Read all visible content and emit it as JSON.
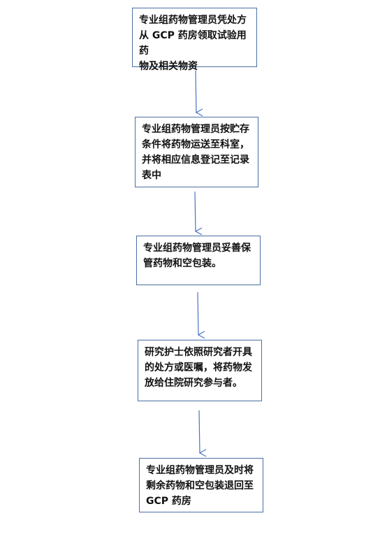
{
  "flowchart": {
    "steps": [
      {
        "text": "专业组药物管理员凭处方\n从 GCP 药房领取试验用药\n物及相关物资"
      },
      {
        "text": "专业组药物管理员按贮存\n条件将药物运送至科室，\n并将相应信息登记至记录\n表中"
      },
      {
        "text": "专业组药物管理员妥善保\n管药物和空包装。"
      },
      {
        "text": "研究护士依照研究者开具\n的处方或医嘱，将药物发\n放给住院研究参与者。"
      },
      {
        "text": "专业组药物管理员及时将\n剩余药物和空包装退回至\nGCP 药房"
      }
    ],
    "colors": {
      "border": "#4a6fa5",
      "arrow": "#4a72c4",
      "text": "#111111"
    }
  }
}
